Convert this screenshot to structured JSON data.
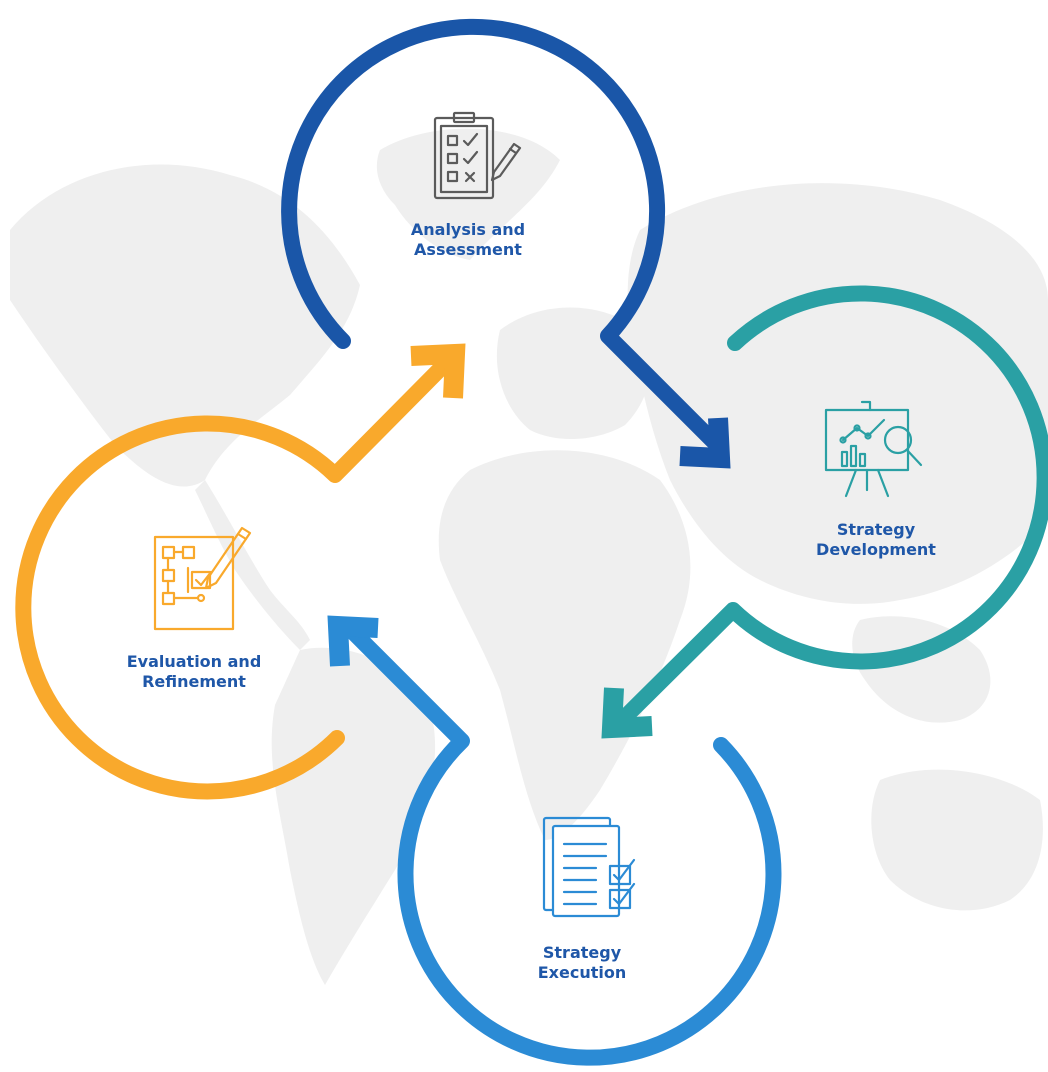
{
  "colors": {
    "analysis": "#1a56a8",
    "strategy_development": "#2aa0a4",
    "strategy_execution": "#2b8bd5",
    "evaluation": "#f9a92c",
    "label_text": "#1f57a8",
    "map": "#efefef"
  },
  "steps": [
    {
      "id": "analysis",
      "line1": "Analysis and",
      "line2": "Assessment",
      "icon": "clipboard-checklist-icon"
    },
    {
      "id": "strategy-development",
      "line1": "Strategy",
      "line2": "Development",
      "icon": "presentation-board-analytics-icon"
    },
    {
      "id": "strategy-execution",
      "line1": "Strategy",
      "line2": "Execution",
      "icon": "documents-checklist-icon"
    },
    {
      "id": "evaluation",
      "line1": "Evaluation and",
      "line2": "Refinement",
      "icon": "flowchart-pencil-icon"
    }
  ]
}
